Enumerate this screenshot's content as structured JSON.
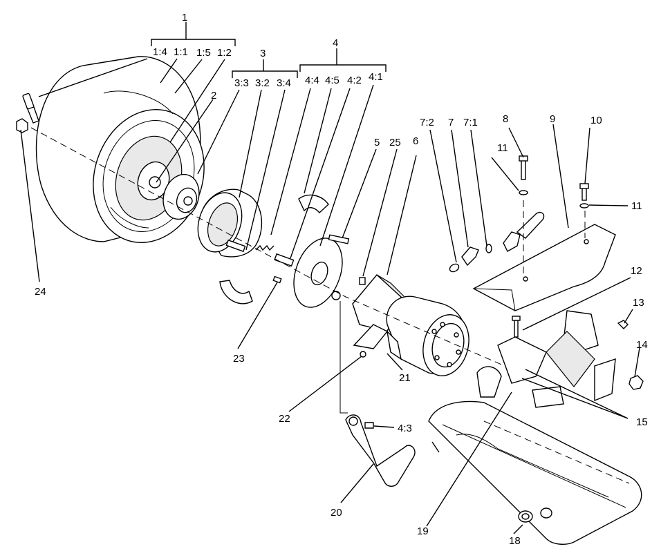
{
  "labels": {
    "l1": "1",
    "l1_4": "1:4",
    "l1_1": "1:1",
    "l1_5": "1:5",
    "l1_2": "1:2",
    "l2": "2",
    "l3": "3",
    "l3_3": "3:3",
    "l3_2": "3:2",
    "l3_4": "3:4",
    "l4": "4",
    "l4_4": "4:4",
    "l4_5": "4:5",
    "l4_2": "4:2",
    "l4_1": "4:1",
    "l4_3": "4:3",
    "l5": "5",
    "l25": "25",
    "l6": "6",
    "l7_2": "7:2",
    "l7": "7",
    "l7_1": "7:1",
    "l8": "8",
    "l9": "9",
    "l10": "10",
    "l11a": "11",
    "l11b": "11",
    "l12": "12",
    "l13": "13",
    "l14": "14",
    "l15": "15",
    "l18": "18",
    "l19": "19",
    "l20": "20",
    "l21": "21",
    "l22": "22",
    "l23": "23",
    "l24": "24"
  }
}
